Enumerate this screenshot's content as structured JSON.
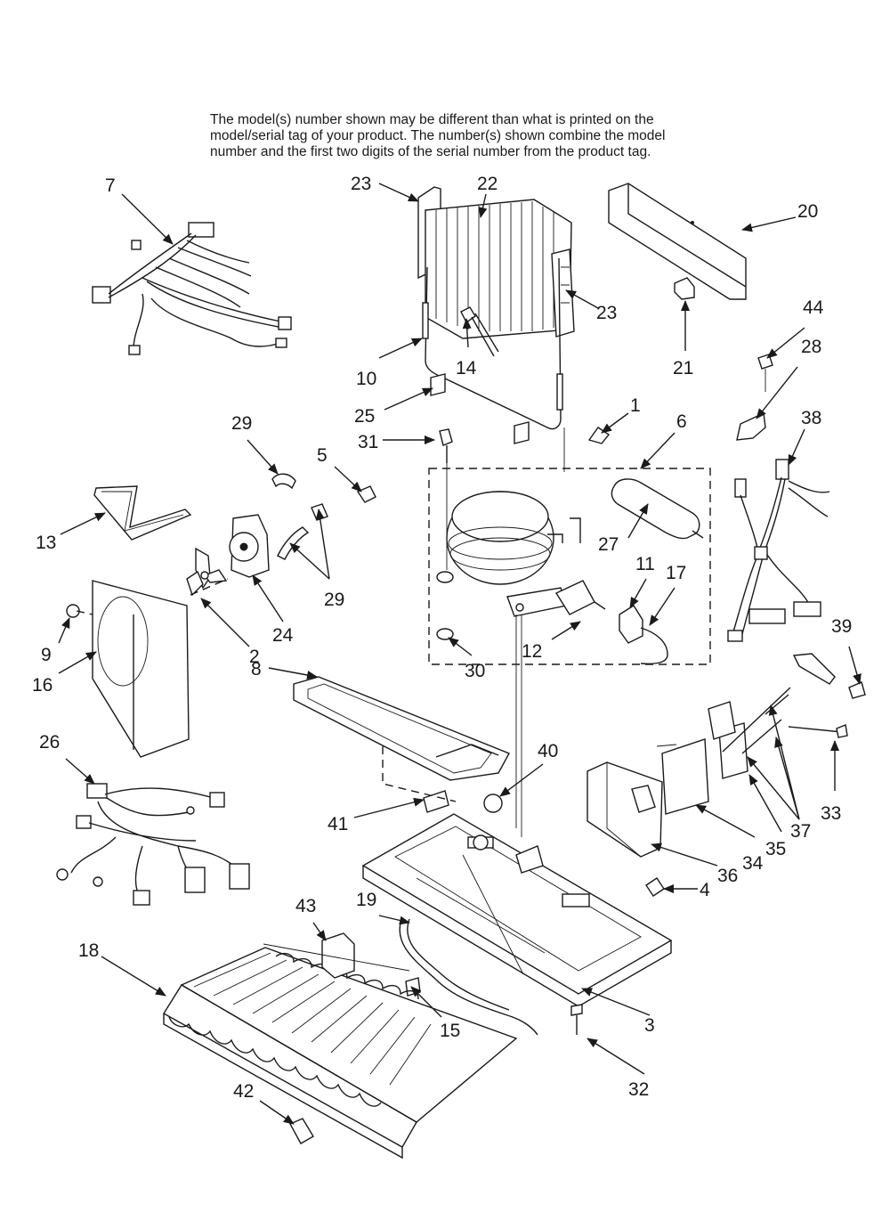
{
  "notice": {
    "line1": "The model(s) number shown may be different than what is printed on the",
    "line2": "model/serial tag of your product. The number(s) shown combine the model",
    "line3": "number and the first two digits of the serial number from the product tag."
  },
  "callouts": {
    "c1": "1",
    "c2": "2",
    "c3": "3",
    "c4": "4",
    "c5": "5",
    "c6": "6",
    "c7": "7",
    "c8": "8",
    "c9": "9",
    "c10": "10",
    "c11": "11",
    "c12": "12",
    "c13": "13",
    "c14": "14",
    "c15": "15",
    "c16": "16",
    "c17": "17",
    "c18": "18",
    "c19": "19",
    "c20": "20",
    "c21": "21",
    "c22": "22",
    "c23a": "23",
    "c23b": "23",
    "c24": "24",
    "c25": "25",
    "c26": "26",
    "c27": "27",
    "c28": "28",
    "c29a": "29",
    "c29b": "29",
    "c30": "30",
    "c31": "31",
    "c32": "32",
    "c33": "33",
    "c34": "34",
    "c35": "35",
    "c36": "36",
    "c37": "37",
    "c38": "38",
    "c39": "39",
    "c40": "40",
    "c41": "41",
    "c42": "42",
    "c43": "43",
    "c44": "44"
  }
}
